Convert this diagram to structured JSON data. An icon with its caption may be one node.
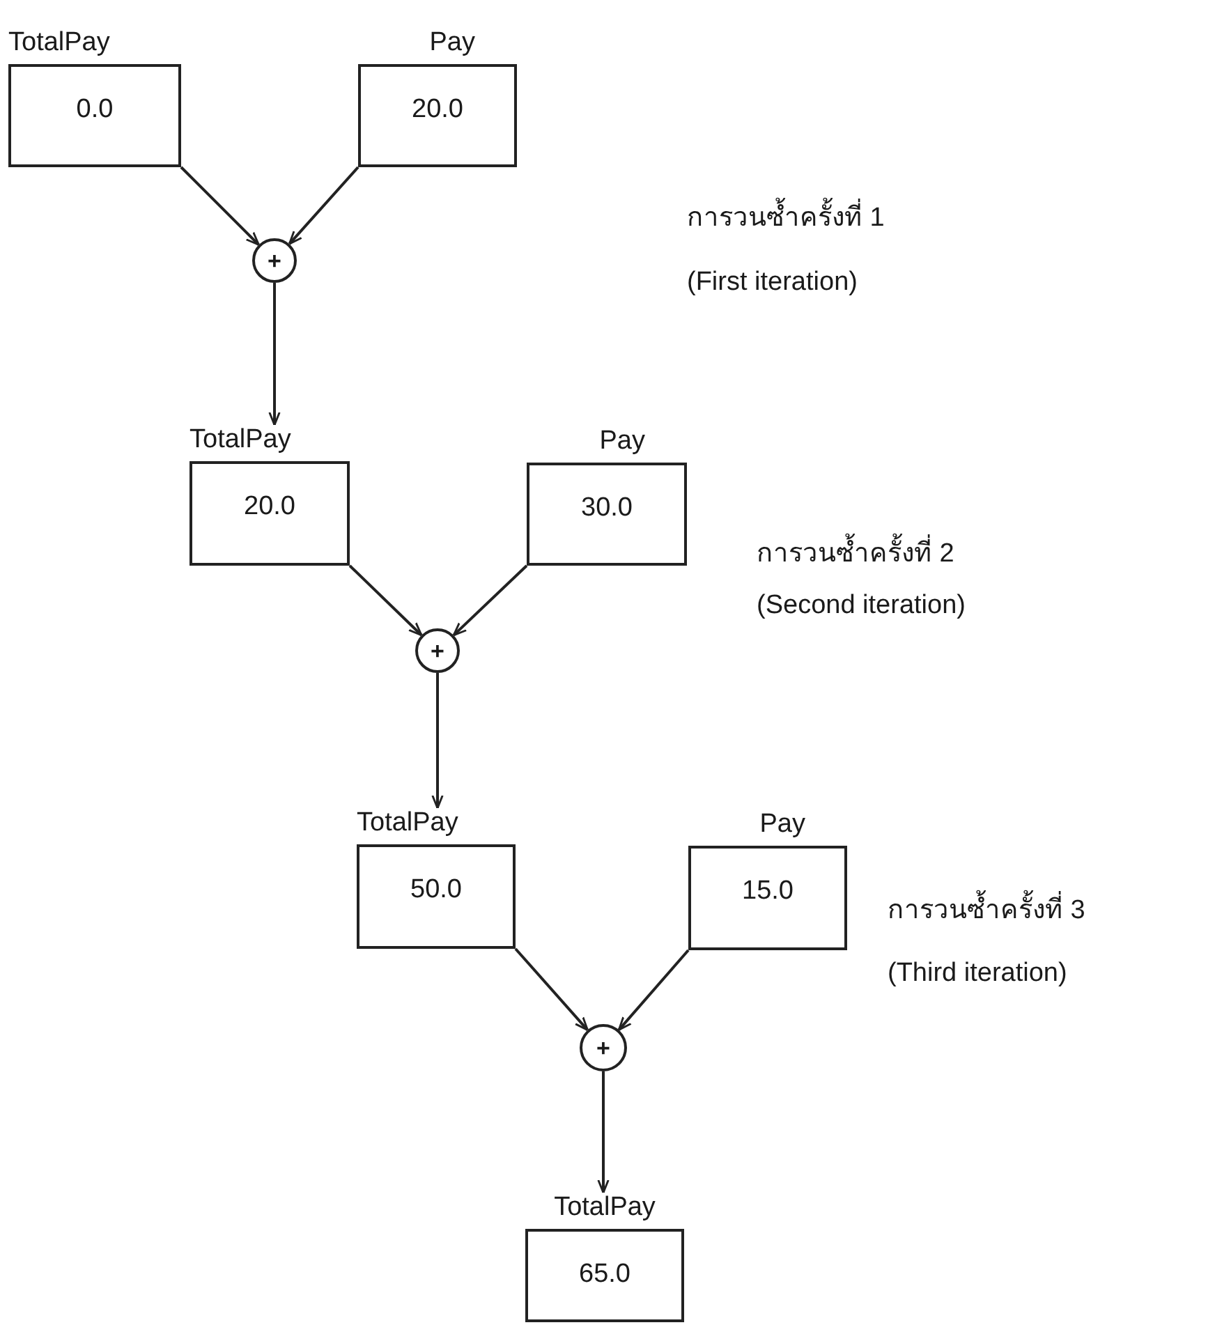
{
  "diagram": {
    "nodes": [
      {
        "text": [
          "TotalPay",
          "0.0"
        ]
      },
      {
        "text": [
          "Pay",
          "20.0"
        ]
      },
      {
        "text": [
          "+"
        ]
      },
      {
        "text": [
          "TotalPay",
          "20.0"
        ]
      },
      {
        "text": [
          "Pay",
          "30.0"
        ]
      },
      {
        "text": [
          "+"
        ]
      },
      {
        "text": [
          "TotalPay",
          "50.0"
        ]
      },
      {
        "text": [
          "Pay",
          "15.0"
        ]
      },
      {
        "text": [
          "+"
        ]
      },
      {
        "text": [
          "TotalPay",
          "65.0"
        ]
      }
    ],
    "edges": [
      {
        "from": 0,
        "to": 2,
        "arrow": "to"
      },
      {
        "from": 1,
        "to": 2,
        "arrow": "to"
      },
      {
        "from": 2,
        "to": 3,
        "arrow": "to"
      },
      {
        "from": 3,
        "to": 5,
        "arrow": "to"
      },
      {
        "from": 4,
        "to": 5,
        "arrow": "to"
      },
      {
        "from": 5,
        "to": 6,
        "arrow": "to"
      },
      {
        "from": 6,
        "to": 8,
        "arrow": "to"
      },
      {
        "from": 7,
        "to": 8,
        "arrow": "to"
      },
      {
        "from": 8,
        "to": 9,
        "arrow": "to"
      }
    ],
    "labels": [
      "การวนซ้ำครั้งที่ 1",
      "(First iteration)",
      "การวนซ้ำครั้งที่ 2",
      "(Second iteration)",
      "การวนซ้ำครั้งที่ 3",
      "(Third iteration)"
    ]
  }
}
